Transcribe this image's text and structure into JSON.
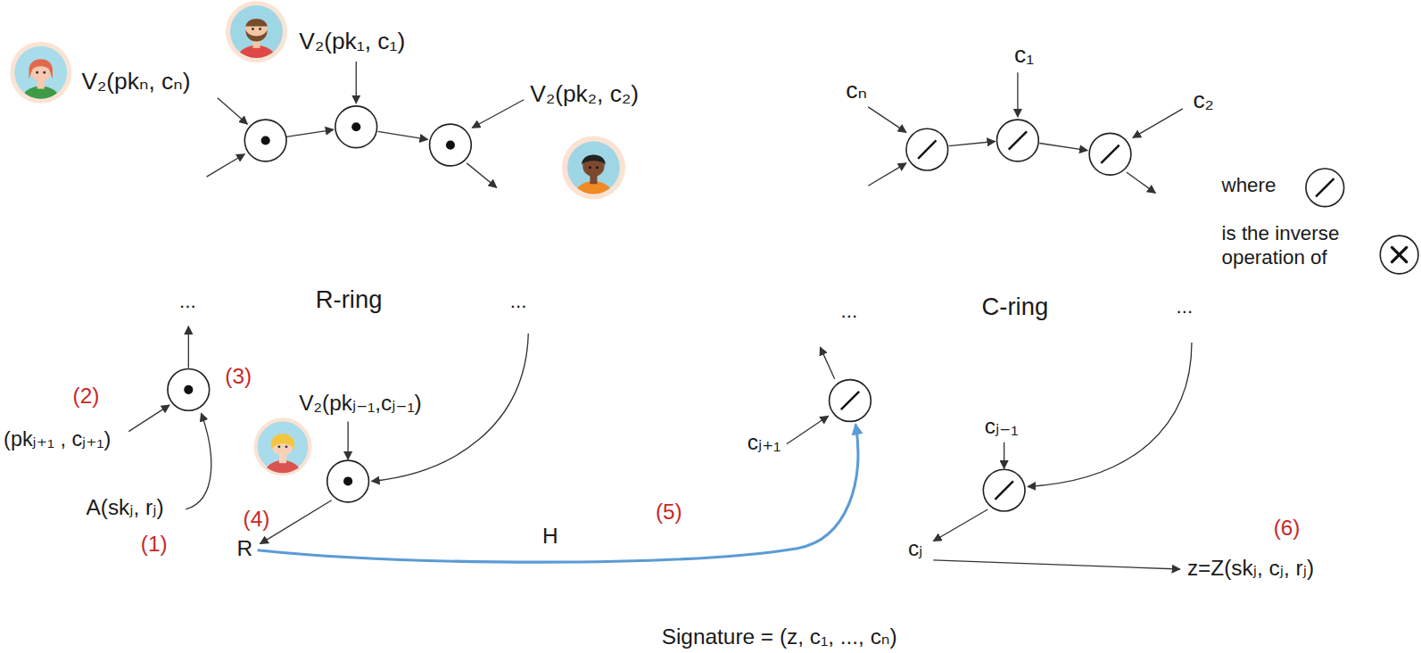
{
  "diagram": {
    "caption": "Signature = (z, c₁, ..., cₙ)",
    "labels": [
      "V₂(pk₁, c₁)",
      "V₂(pkₙ, cₙ)",
      "V₂(pk₂, c₂)",
      "c₁",
      "cₙ",
      "c₂",
      "where",
      "is the inverse",
      "operation of",
      "...",
      "R-ring",
      "...",
      "...",
      "C-ring",
      "...",
      "(2)",
      "(3)",
      "(pkⱼ₊₁ , cⱼ₊₁)",
      "V₂(pkⱼ₋₁,cⱼ₋₁)",
      "cⱼ₊₁",
      "cⱼ₋₁",
      "A(skⱼ, rⱼ)",
      "(1)",
      "(4)",
      "(5)",
      "R",
      "H",
      "cⱼ",
      "z=Z(skⱼ, cⱼ, rⱼ)",
      "(6)"
    ]
  }
}
